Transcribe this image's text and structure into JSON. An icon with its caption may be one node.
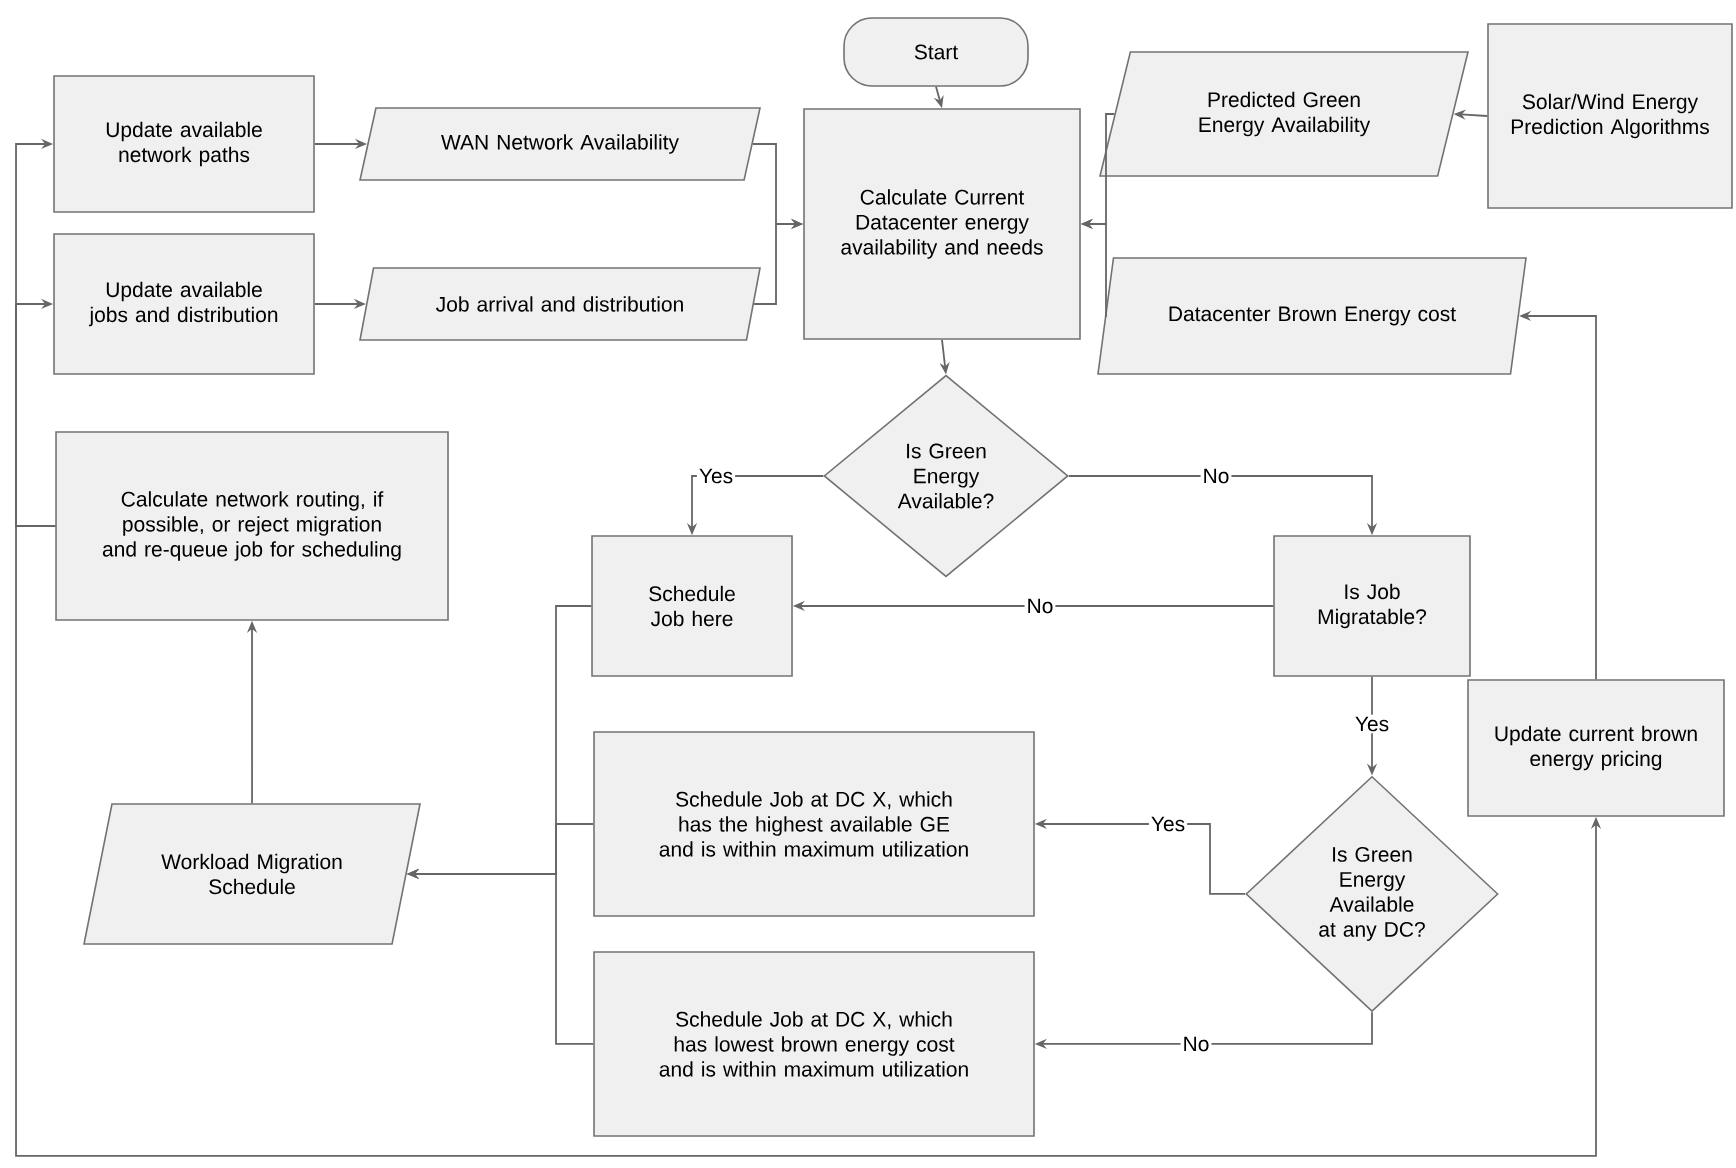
{
  "diagram": {
    "nodes": [
      {
        "text": [
          "Start"
        ]
      },
      {
        "text": [
          "Calculate Current Datacenter energy availability and needs"
        ]
      },
      {
        "text": [
          "Update available network paths"
        ]
      },
      {
        "text": [
          "WAN Network Availability"
        ]
      },
      {
        "text": [
          "Update available jobs and distribution"
        ]
      },
      {
        "text": [
          "Job arrival and distribution"
        ]
      },
      {
        "text": [
          "Predicted Green Energy Availability"
        ]
      },
      {
        "text": [
          "Solar/Wind Energy Prediction Algorithms"
        ]
      },
      {
        "text": [
          "Datacenter Brown Energy cost"
        ]
      },
      {
        "text": [
          "Calculate network routing, if possible, or reject migration and re-queue job for scheduling"
        ]
      },
      {
        "text": [
          "Is Green Energy Available?"
        ]
      },
      {
        "text": [
          "Schedule Job here"
        ]
      },
      {
        "text": [
          "Is Job Migratable?"
        ]
      },
      {
        "text": [
          "Update current brown energy pricing"
        ]
      },
      {
        "text": [
          "Workload Migration Schedule"
        ]
      },
      {
        "text": [
          "Schedule Job at DC X, which has the highest available GE and is within maximum utilization"
        ]
      },
      {
        "text": [
          "Is Green Energy Available at any DC?"
        ]
      },
      {
        "text": [
          "Schedule Job at DC X, which has lowest brown energy cost and is within maximum utilization"
        ]
      }
    ],
    "edges": [
      {
        "from": 0,
        "to": 1,
        "arrow": "to"
      },
      {
        "from": 2,
        "to": 3,
        "arrow": "to"
      },
      {
        "from": 4,
        "to": 5,
        "arrow": "to"
      },
      {
        "from": 3,
        "to": 1,
        "arrow": "to"
      },
      {
        "from": 5,
        "to": 1,
        "arrow": "to"
      },
      {
        "from": 6,
        "to": 1,
        "arrow": "to"
      },
      {
        "from": 8,
        "to": 1,
        "arrow": "to"
      },
      {
        "from": 7,
        "to": 6,
        "arrow": "to"
      },
      {
        "from": 1,
        "to": 10,
        "arrow": "to"
      },
      {
        "from": 10,
        "to": 11,
        "arrow": "to",
        "label": "Yes"
      },
      {
        "from": 10,
        "to": 12,
        "arrow": "to",
        "label": "No"
      },
      {
        "from": 12,
        "to": 11,
        "arrow": "to",
        "label": "No"
      },
      {
        "from": 12,
        "to": 16,
        "arrow": "to",
        "label": "Yes"
      },
      {
        "from": 16,
        "to": 15,
        "arrow": "to",
        "label": "Yes"
      },
      {
        "from": 16,
        "to": 17,
        "arrow": "to",
        "label": "No"
      },
      {
        "from": 11,
        "to": 14,
        "arrow": "to"
      },
      {
        "from": 15,
        "to": 14,
        "arrow": "to"
      },
      {
        "from": 17,
        "to": 14,
        "arrow": "to"
      },
      {
        "from": 14,
        "to": 9,
        "arrow": "to"
      },
      {
        "from": 9,
        "to": 2,
        "arrow": "to"
      },
      {
        "from": 9,
        "to": 4,
        "arrow": "to"
      },
      {
        "from": 9,
        "to": 13,
        "arrow": "to"
      },
      {
        "from": 13,
        "to": 8,
        "arrow": "to"
      }
    ]
  }
}
